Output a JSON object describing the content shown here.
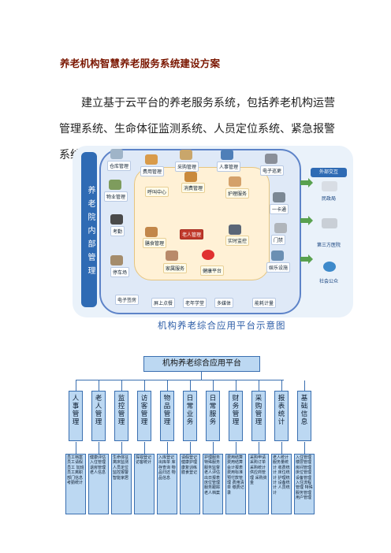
{
  "doc": {
    "title": "养老机构智慧养老服务系统建设方案",
    "paragraph": "建立基于云平台的养老服务系统，包括养老机构运营管理系统、生命体征监测系统、人员定位系统、紧急报警系统等。",
    "caption": "机构养老综合应用平台示意图"
  },
  "diagram": {
    "side_label": "养老院内部管理",
    "top_modules": [
      "仓库管理",
      "费用管理",
      "采购管理",
      "人事管理",
      "电子巡更"
    ],
    "left_modules": [
      "物业管理",
      "考勤",
      "停车场"
    ],
    "inner_modules": [
      "呼叫中心",
      "消费管理",
      "护理服务",
      "膳食管理",
      "老人管理",
      "实时监控",
      "家属服务",
      "健康平台"
    ],
    "right_modules": [
      "一卡通",
      "门禁",
      "娱乐设施"
    ],
    "bottom_modules": [
      "电子签房",
      "屏上点餐",
      "老年学堂",
      "多媒体",
      "能耗计量"
    ],
    "external_header": "外部交互",
    "external_modules": [
      "民政局",
      "第三方医院",
      "社会公众"
    ]
  },
  "org": {
    "root": "机构养老综合应用平台",
    "categories": [
      {
        "name": "人事管理",
        "items": "员工档案 员工请假 员工 加班 员工离职 部门信息 考勤统计"
      },
      {
        "name": "老人管理",
        "items": "健康评估 入住管理 退房管理 老人信息"
      },
      {
        "name": "监控管理",
        "items": "生命体征 离床监测 人员定位 监控报警 智能家居"
      },
      {
        "name": "访客管理",
        "items": "探视登记 访客统计"
      },
      {
        "name": "物品管理",
        "items": "入库登记 出库单 库存查询 物品归还 物品信息"
      },
      {
        "name": "日常业务",
        "items": "请假登记 健康护理 康复训练 膳食登记"
      },
      {
        "name": "日常服务",
        "items": "护理服务 特殊服务 服务监督 老人评估 出日报表 床位管理 服务跟踪 老人档案"
      },
      {
        "name": "财务管理",
        "items": "费用结算 费用结算 会计报表 费用标准 预付款管理 费用清单 缴费记录"
      },
      {
        "name": "采购管理",
        "items": "采购申请 采购订单 采购统计 供应商管理 采购资金"
      },
      {
        "name": "报表统计",
        "items": "老人统计 服务量统计 收费统计 床位统计 护理统计 设备统计 人员统计"
      },
      {
        "name": "基础信息",
        "items": "入住管理 楼层管理 房间管理 床位管理 设备管理 入住流程管理 特殊服务管理 用户管理"
      }
    ]
  },
  "colors": {
    "title": "#7a1600",
    "accent": "#2f6bb4",
    "box_fill": "#bcd8f2",
    "caption": "#2f5fa8"
  }
}
